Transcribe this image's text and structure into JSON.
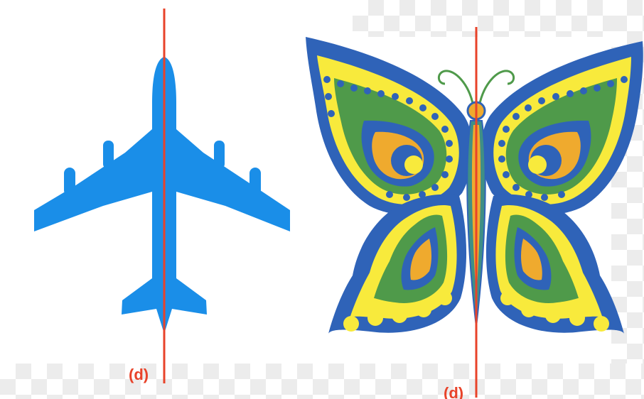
{
  "panels": [
    {
      "subject": "airplane-silhouette",
      "label": "(d)",
      "shape_color": "#1a8ee8",
      "axis_color": "#e8432a"
    },
    {
      "subject": "butterfly-illustration",
      "label": "(d)",
      "axis_color": "#e8432a",
      "palette": {
        "outline_blue": "#2f63b8",
        "yellow": "#f8ea3c",
        "green": "#4f9a4a",
        "orange": "#efaa2e",
        "teal": "#3f8f86"
      }
    }
  ]
}
